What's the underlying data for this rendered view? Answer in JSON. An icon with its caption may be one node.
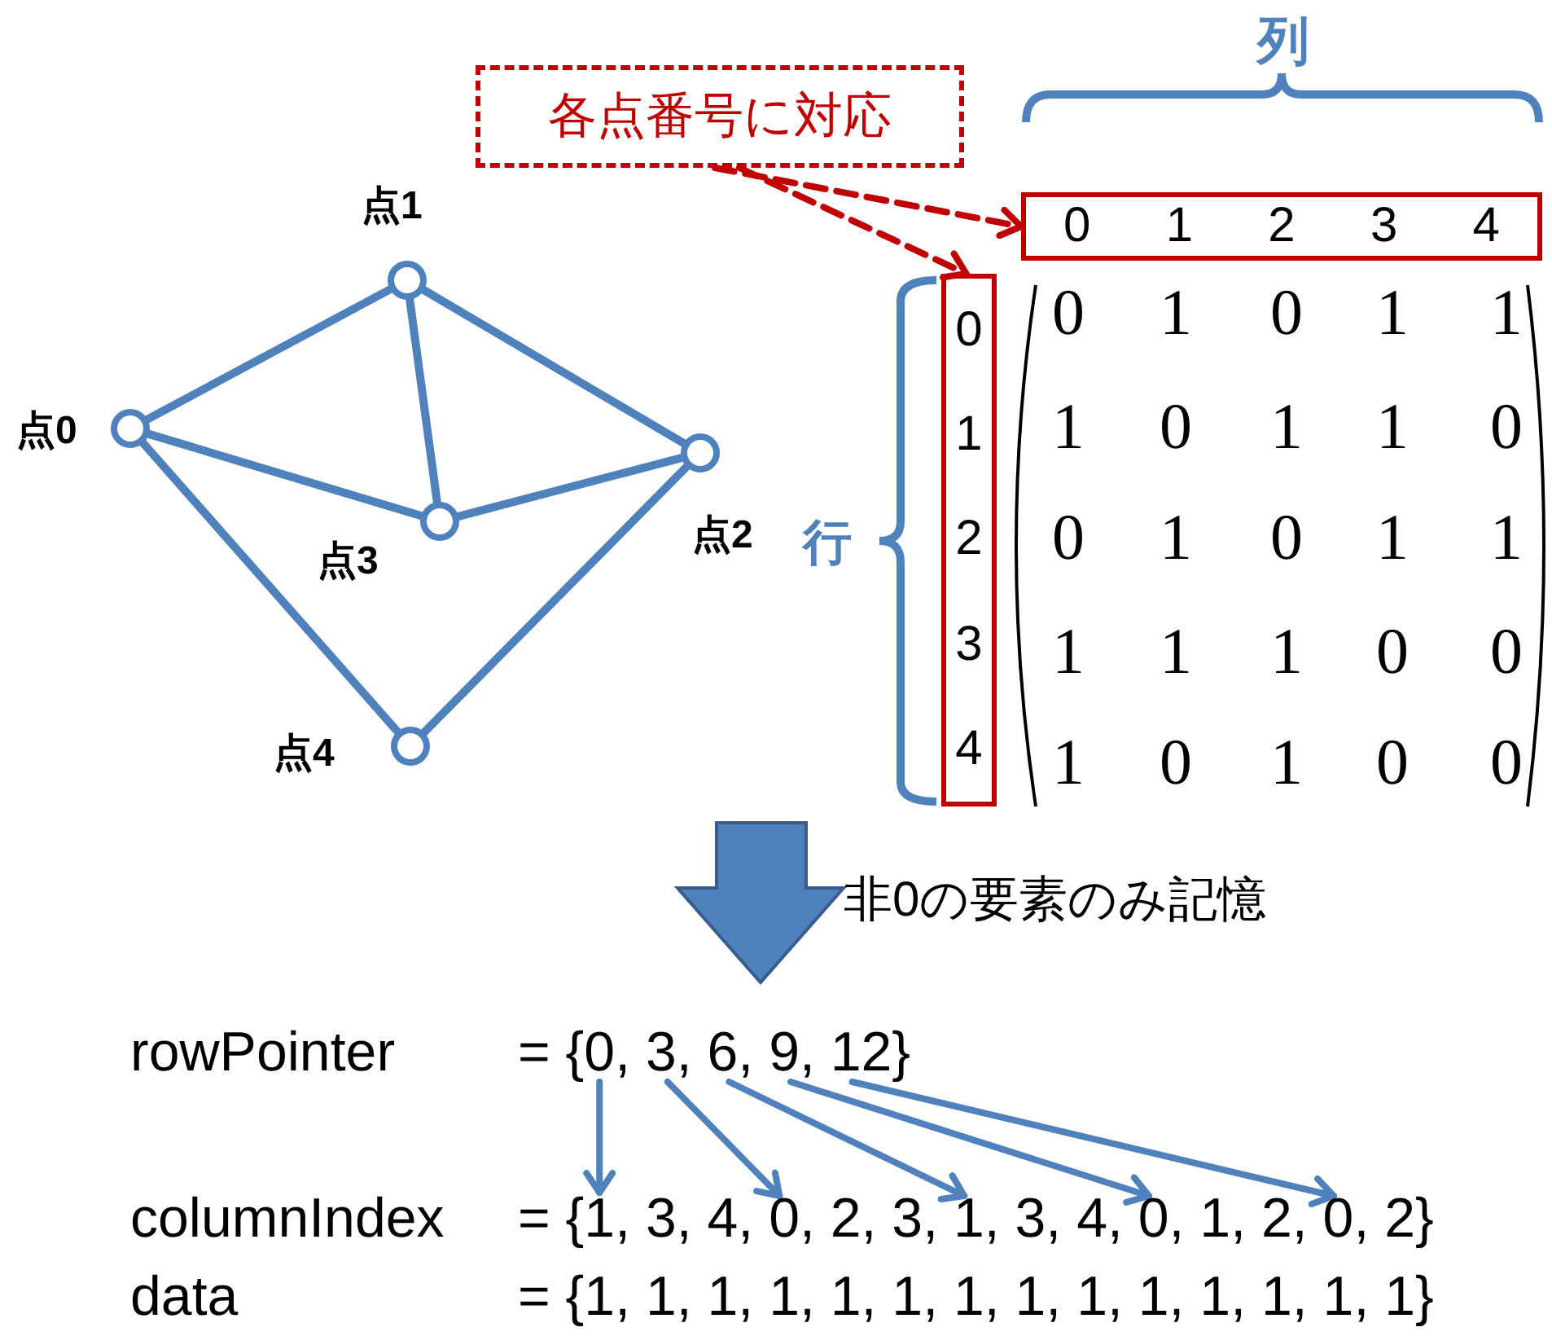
{
  "diagram": {
    "nodes": [
      {
        "text": [],
        "shape": "circle",
        "beside": [
          "点0"
        ]
      },
      {
        "text": [],
        "shape": "circle",
        "beside": [
          "点1"
        ]
      },
      {
        "text": [],
        "shape": "circle",
        "beside": [
          "点2"
        ]
      },
      {
        "text": [],
        "shape": "circle",
        "beside": [
          "点3"
        ]
      },
      {
        "text": [],
        "shape": "circle",
        "beside": [
          "点4"
        ]
      },
      {
        "text": [
          "各点番号に対応"
        ]
      },
      {
        "text": [
          "0",
          "1",
          "2",
          "3",
          "4"
        ]
      },
      {
        "text": [
          "0",
          "1",
          "2",
          "3",
          "4"
        ]
      },
      {
        "text": [
          "= {0, 3, 6, 9, 12}"
        ]
      },
      {
        "text": [
          "= {1, 3, 4, 0, 2, 3, 1, 3, 4, 0, 1, 2, 0, 2}"
        ]
      }
    ],
    "edges": [
      {
        "from": 0,
        "to": 1,
        "arrow": "none"
      },
      {
        "from": 0,
        "to": 3,
        "arrow": "none"
      },
      {
        "from": 0,
        "to": 4,
        "arrow": "none"
      },
      {
        "from": 1,
        "to": 3,
        "arrow": "none"
      },
      {
        "from": 1,
        "to": 2,
        "arrow": "none"
      },
      {
        "from": 3,
        "to": 2,
        "arrow": "none"
      },
      {
        "from": 4,
        "to": 2,
        "arrow": "none"
      },
      {
        "from": 5,
        "to": 6,
        "arrow": "to",
        "style": "dashed",
        "color": "#c00000"
      },
      {
        "from": 5,
        "to": 7,
        "arrow": "to",
        "style": "dashed",
        "color": "#c00000"
      },
      {
        "from": 8,
        "to": 9,
        "arrow": "to"
      },
      {
        "from": 8,
        "to": 9,
        "arrow": "to"
      },
      {
        "from": 8,
        "to": 9,
        "arrow": "to"
      },
      {
        "from": 8,
        "to": 9,
        "arrow": "to"
      },
      {
        "from": 8,
        "to": 9,
        "arrow": "to"
      }
    ],
    "labels": [
      "列",
      "行",
      "0",
      "1",
      "0",
      "1",
      "1",
      "1",
      "0",
      "1",
      "1",
      "0",
      "0",
      "1",
      "0",
      "1",
      "1",
      "1",
      "1",
      "1",
      "0",
      "0",
      "1",
      "0",
      "1",
      "0",
      "0",
      "非0の要素のみ記憶",
      "rowPointer",
      "columnIndex",
      "data",
      "= {1, 1, 1, 1, 1, 1, 1, 1, 1, 1, 1, 1, 1, 1}"
    ]
  }
}
